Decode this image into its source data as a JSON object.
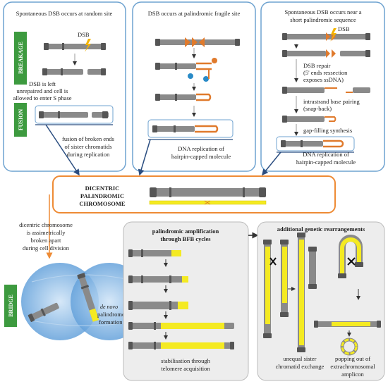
{
  "colors": {
    "panel_border": "#6fa3d0",
    "center_border": "#ee8b35",
    "chrom_gray": "#8a8a8a",
    "chrom_dark": "#555555",
    "hairpin_orange": "#e07a2c",
    "amplicon_yellow": "#f4ea22",
    "stage_green": "#3d9a3f",
    "cell_blue": "#5a9bd8",
    "arrow_blue": "#2a4d80",
    "tag_blue": "#2a8bc7",
    "gray_panel": "#ededed"
  },
  "stages": {
    "breakage": "BREAKAGE",
    "fusion": "FUSION",
    "bridge": "BRIDGE"
  },
  "panel1": {
    "title": "Spontaneous DSB occurs at random site",
    "dsb_label": "DSB",
    "note": [
      "DSB is left",
      "unrepaired and cell is",
      "allowed to enter S phase"
    ],
    "fusion_note": [
      "fusion of broken ends",
      "of sister chromatids",
      "during replication"
    ]
  },
  "panel2": {
    "title": "DSB occurs at palindromic fragile site",
    "note": [
      "DNA replication of",
      "hairpin-capped molecule"
    ]
  },
  "panel3": {
    "title": [
      "Spontaneous DSB occurs near a",
      "short palindromic sequence"
    ],
    "dsb_label": "DSB",
    "steps": [
      "DSB repair",
      "(5' ends ressection",
      "exposes ssDNA)",
      "intrastrand base pairing",
      "(snap-back)",
      "gap-filling synthesis"
    ],
    "note": [
      "DNA replication of",
      "hairpin-capped molecule"
    ]
  },
  "center": {
    "title": [
      "DICENTRIC",
      "PALINDROMIC",
      "CHROMOSOME"
    ]
  },
  "left_note": [
    "dicentric chromosome",
    "is assimetrically",
    "broken apart",
    "during cell division"
  ],
  "denovo": {
    "italic": "de novo",
    "rest": [
      "palindrome",
      "formation"
    ]
  },
  "bfb": {
    "title": [
      "palindromic amplification",
      "through BFB cycles"
    ],
    "footer": [
      "stabilisation through",
      "telomere acquisition"
    ]
  },
  "additional": {
    "title": "additional genetic rearrangements",
    "label1": [
      "unequal sister",
      "chromatid exchange"
    ],
    "label2": [
      "popping out of",
      "extrachromosomal",
      "amplicon"
    ]
  }
}
